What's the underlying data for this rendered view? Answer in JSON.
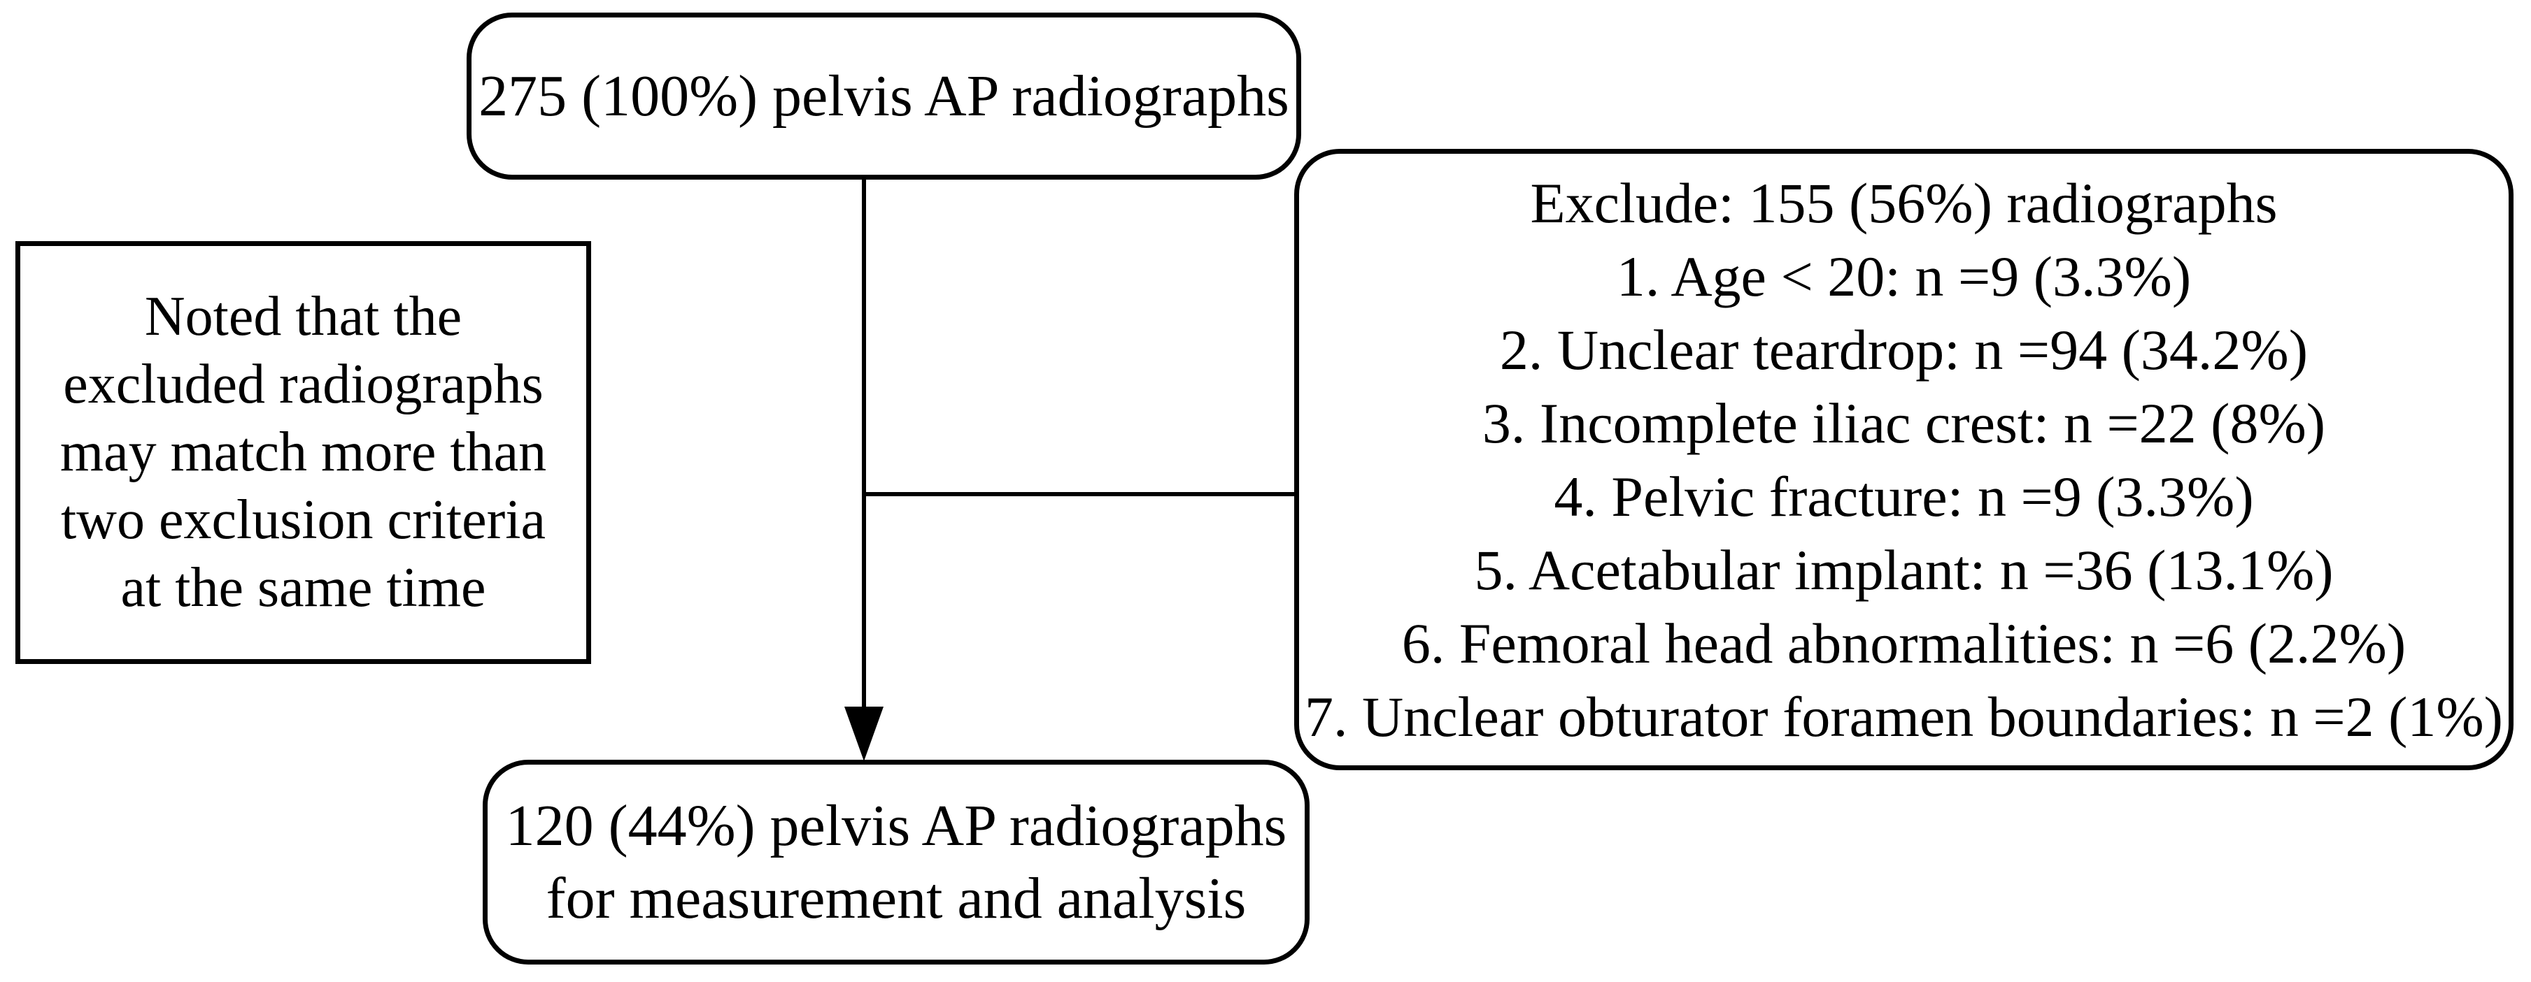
{
  "diagram": {
    "background_color": "#ffffff",
    "line_color": "#000000",
    "top_box": {
      "text": "275 (100%) pelvis AP radiographs"
    },
    "note_box": {
      "lines": [
        "Noted that the",
        "excluded radiographs",
        "may match more than",
        "two exclusion criteria",
        "at the same time"
      ]
    },
    "exclude_box": {
      "title": "Exclude: 155 (56%) radiographs",
      "items": [
        "1. Age < 20: n =9 (3.3%)",
        "2. Unclear teardrop: n =94 (34.2%)",
        "3. Incomplete iliac crest: n =22 (8%)",
        "4. Pelvic fracture: n =9 (3.3%)",
        "5. Acetabular implant: n =36 (13.1%)",
        "6. Femoral head abnormalities: n =6 (2.2%)",
        "7. Unclear obturator foramen boundaries: n =2 (1%)"
      ]
    },
    "result_box": {
      "lines": [
        "120 (44%) pelvis AP radiographs",
        "for measurement and analysis"
      ]
    }
  }
}
